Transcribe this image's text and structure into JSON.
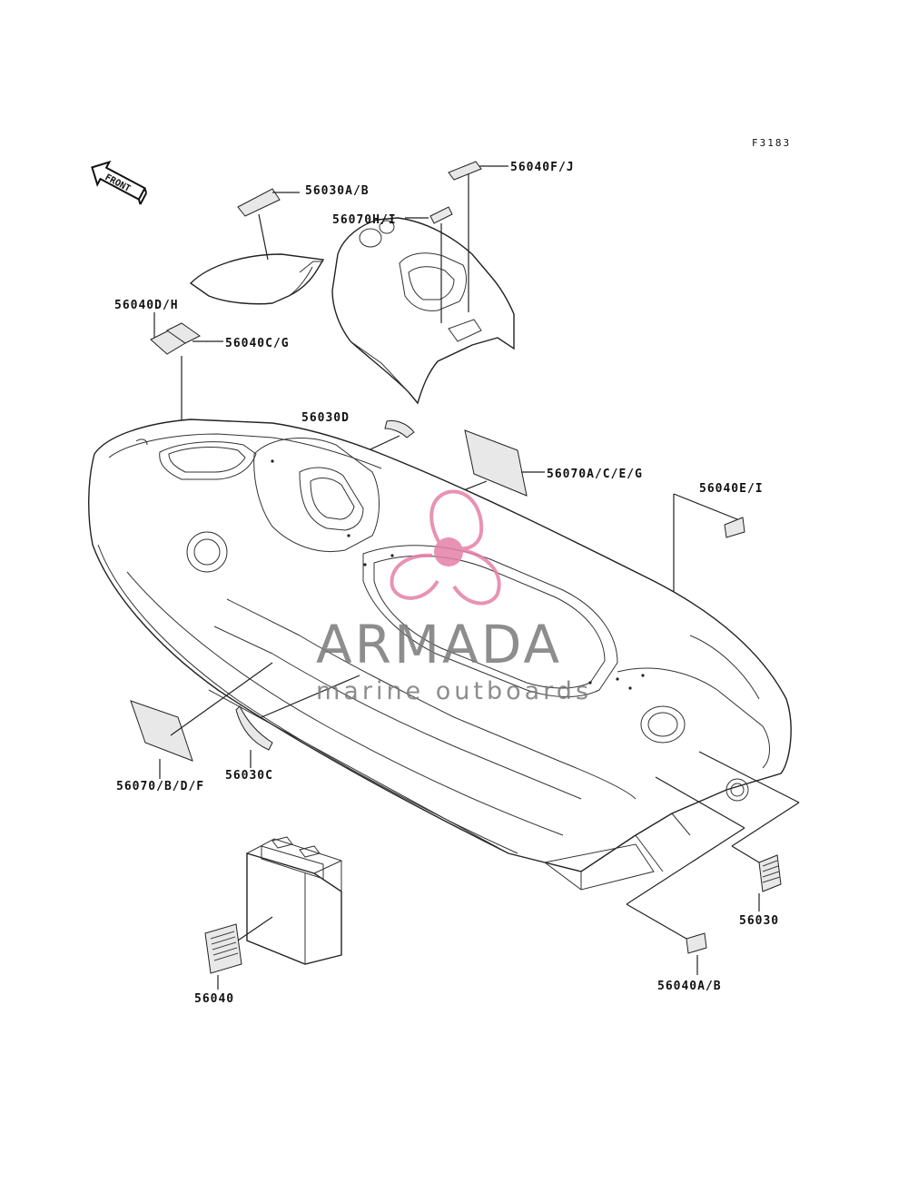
{
  "figure_code": "F3183",
  "front_label": "FRONT",
  "watermark": {
    "brand": "ARMADA",
    "tagline": "marine outboards",
    "accent_color": "#e57fa8",
    "text_color": "#7a7a7a"
  },
  "callouts": {
    "c56040FJ": "56040F/J",
    "c56030AB": "56030A/B",
    "c56070HI": "56070H/I",
    "c56040DH": "56040D/H",
    "c56040CG": "56040C/G",
    "c56030D": "56030D",
    "c56070ACEG": "56070A/C/E/G",
    "c56040EI": "56040E/I",
    "c56070BDF": "56070/B/D/F",
    "c56030C": "56030C",
    "c56030": "56030",
    "c56040": "56040",
    "c56040AB": "56040A/B"
  }
}
